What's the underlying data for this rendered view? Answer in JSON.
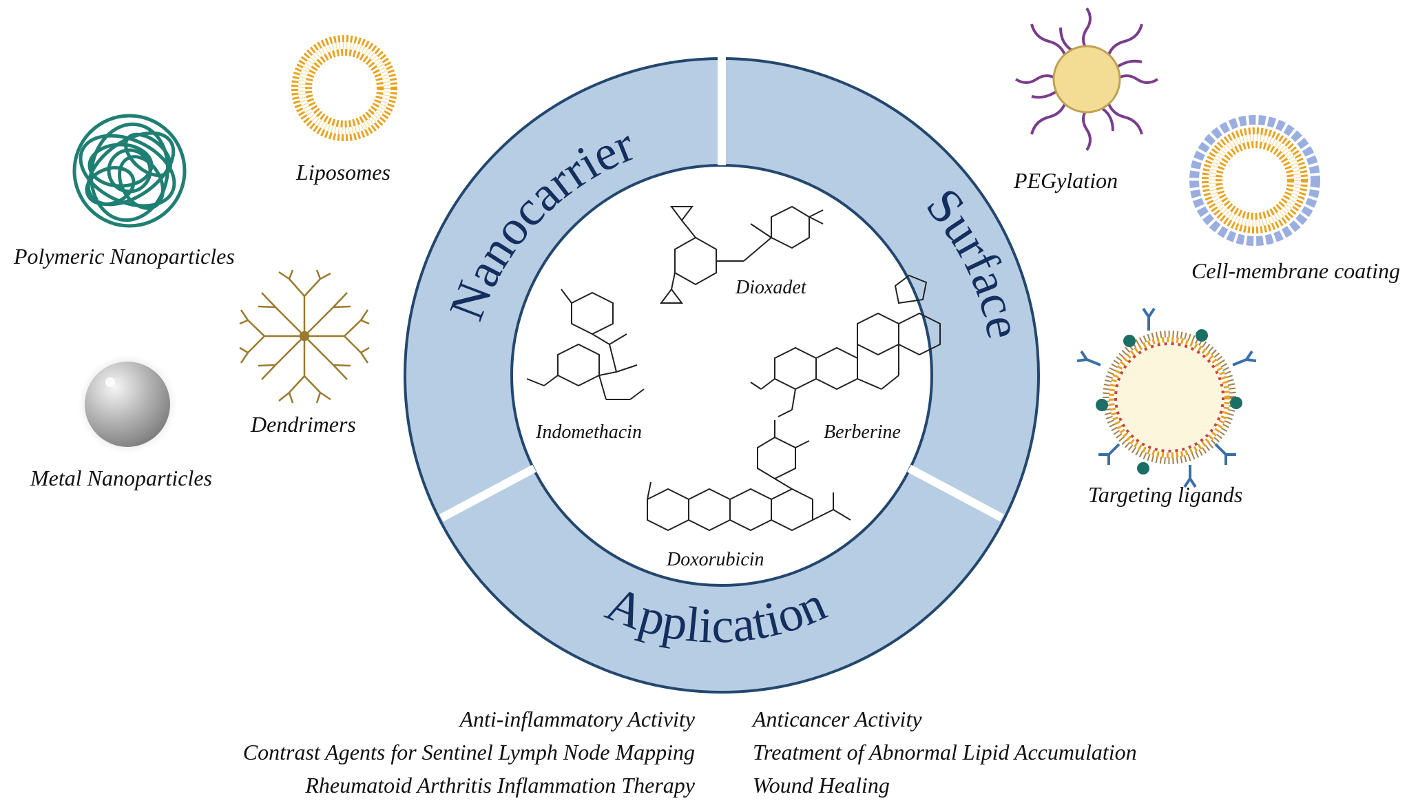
{
  "ring": {
    "nanocarrier": "Nanocarrier",
    "surface": "Surface",
    "application": "Application"
  },
  "nanocarriers": {
    "liposomes": "Liposomes",
    "polymeric": "Polymeric Nanoparticles",
    "dendrimers": "Dendrimers",
    "metal": "Metal Nanoparticles"
  },
  "surface_mods": {
    "pegylation": "PEGylation",
    "cell_membrane": "Cell-membrane coating",
    "targeting": "Targeting ligands"
  },
  "drugs": {
    "dioxadet": "Dioxadet",
    "indomethacin": "Indomethacin",
    "berberine": "Berberine",
    "doxorubicin": "Doxorubicin"
  },
  "applications_left": [
    "Anti-inflammatory Activity",
    "Contrast Agents for Sentinel Lymph Node Mapping",
    "Rheumatoid Arthritis Inflammation Therapy"
  ],
  "applications_right": [
    "Anticancer Activity",
    "Treatment of Abnormal Lipid Accumulation",
    "Wound Healing"
  ],
  "colors": {
    "ring_fill": "#b7cde3",
    "ring_stroke": "#23476e",
    "ring_text": "#142f5e",
    "liposome": "#e8a321",
    "polymer": "#1f7f73",
    "dendrimer": "#9a7a2c",
    "peg": "#7a3d8c",
    "core": "#f3dc93",
    "membrane_bead": "#9aaee0",
    "ligand": "#3a6fa8",
    "ligand_dot": "#1b6f64"
  }
}
